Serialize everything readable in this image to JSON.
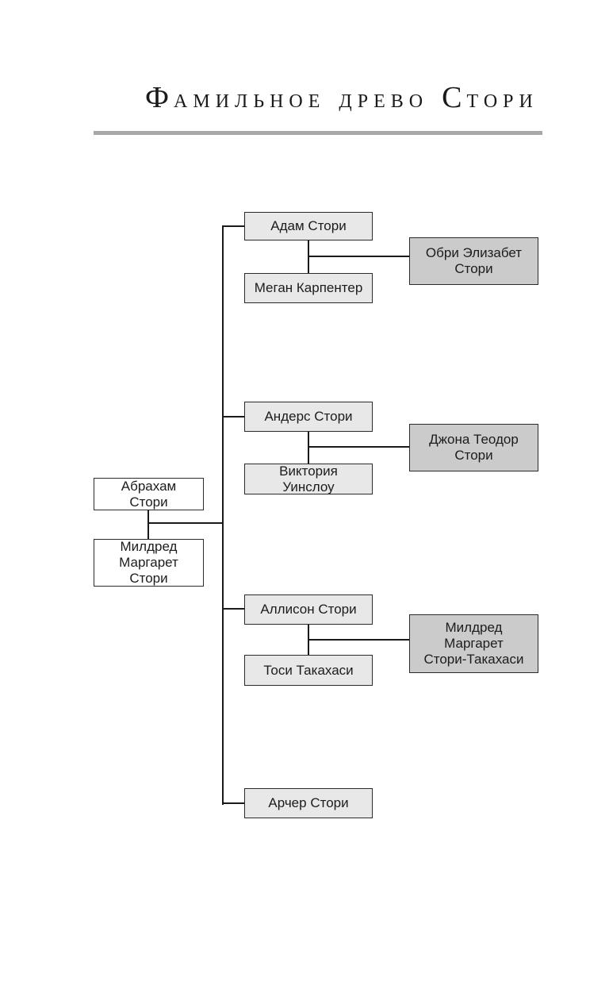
{
  "title": {
    "part1": "Ф",
    "part2": "АМИЛЬНОЕ",
    "part3": "ДРЕВО",
    "part4": "С",
    "part5": "ТОРИ"
  },
  "nodes": {
    "abraham": {
      "name": "Абрахам\nСтори"
    },
    "mildred": {
      "name": "Милдред\nМаргарет\nСтори"
    },
    "adam": {
      "name": "Адам Стори"
    },
    "megan": {
      "name": "Меган Карпентер"
    },
    "aubrey": {
      "name": "Обри Элизабет\nСтори"
    },
    "anders": {
      "name": "Андерс Стори"
    },
    "victoria": {
      "name": "Виктория\nУинслоу"
    },
    "jonah": {
      "name": "Джона Теодор\nСтори"
    },
    "allison": {
      "name": "Аллисон Стори"
    },
    "toshi": {
      "name": "Тоси Такахаси"
    },
    "mildred_takahashi": {
      "name": "Милдред\nМаргарет\nСтори-Такахаси"
    },
    "archer": {
      "name": "Арчер Стори"
    }
  },
  "colors": {
    "box_light": "#e8e8e8",
    "box_dark": "#cbcbcb",
    "box_white": "#ffffff",
    "box_border": "#2b2b2b",
    "connector_line": "#1a1a1a",
    "title_text": "#1a1a1a",
    "divider_rule": "#a8a8a8",
    "background": "#ffffff"
  }
}
